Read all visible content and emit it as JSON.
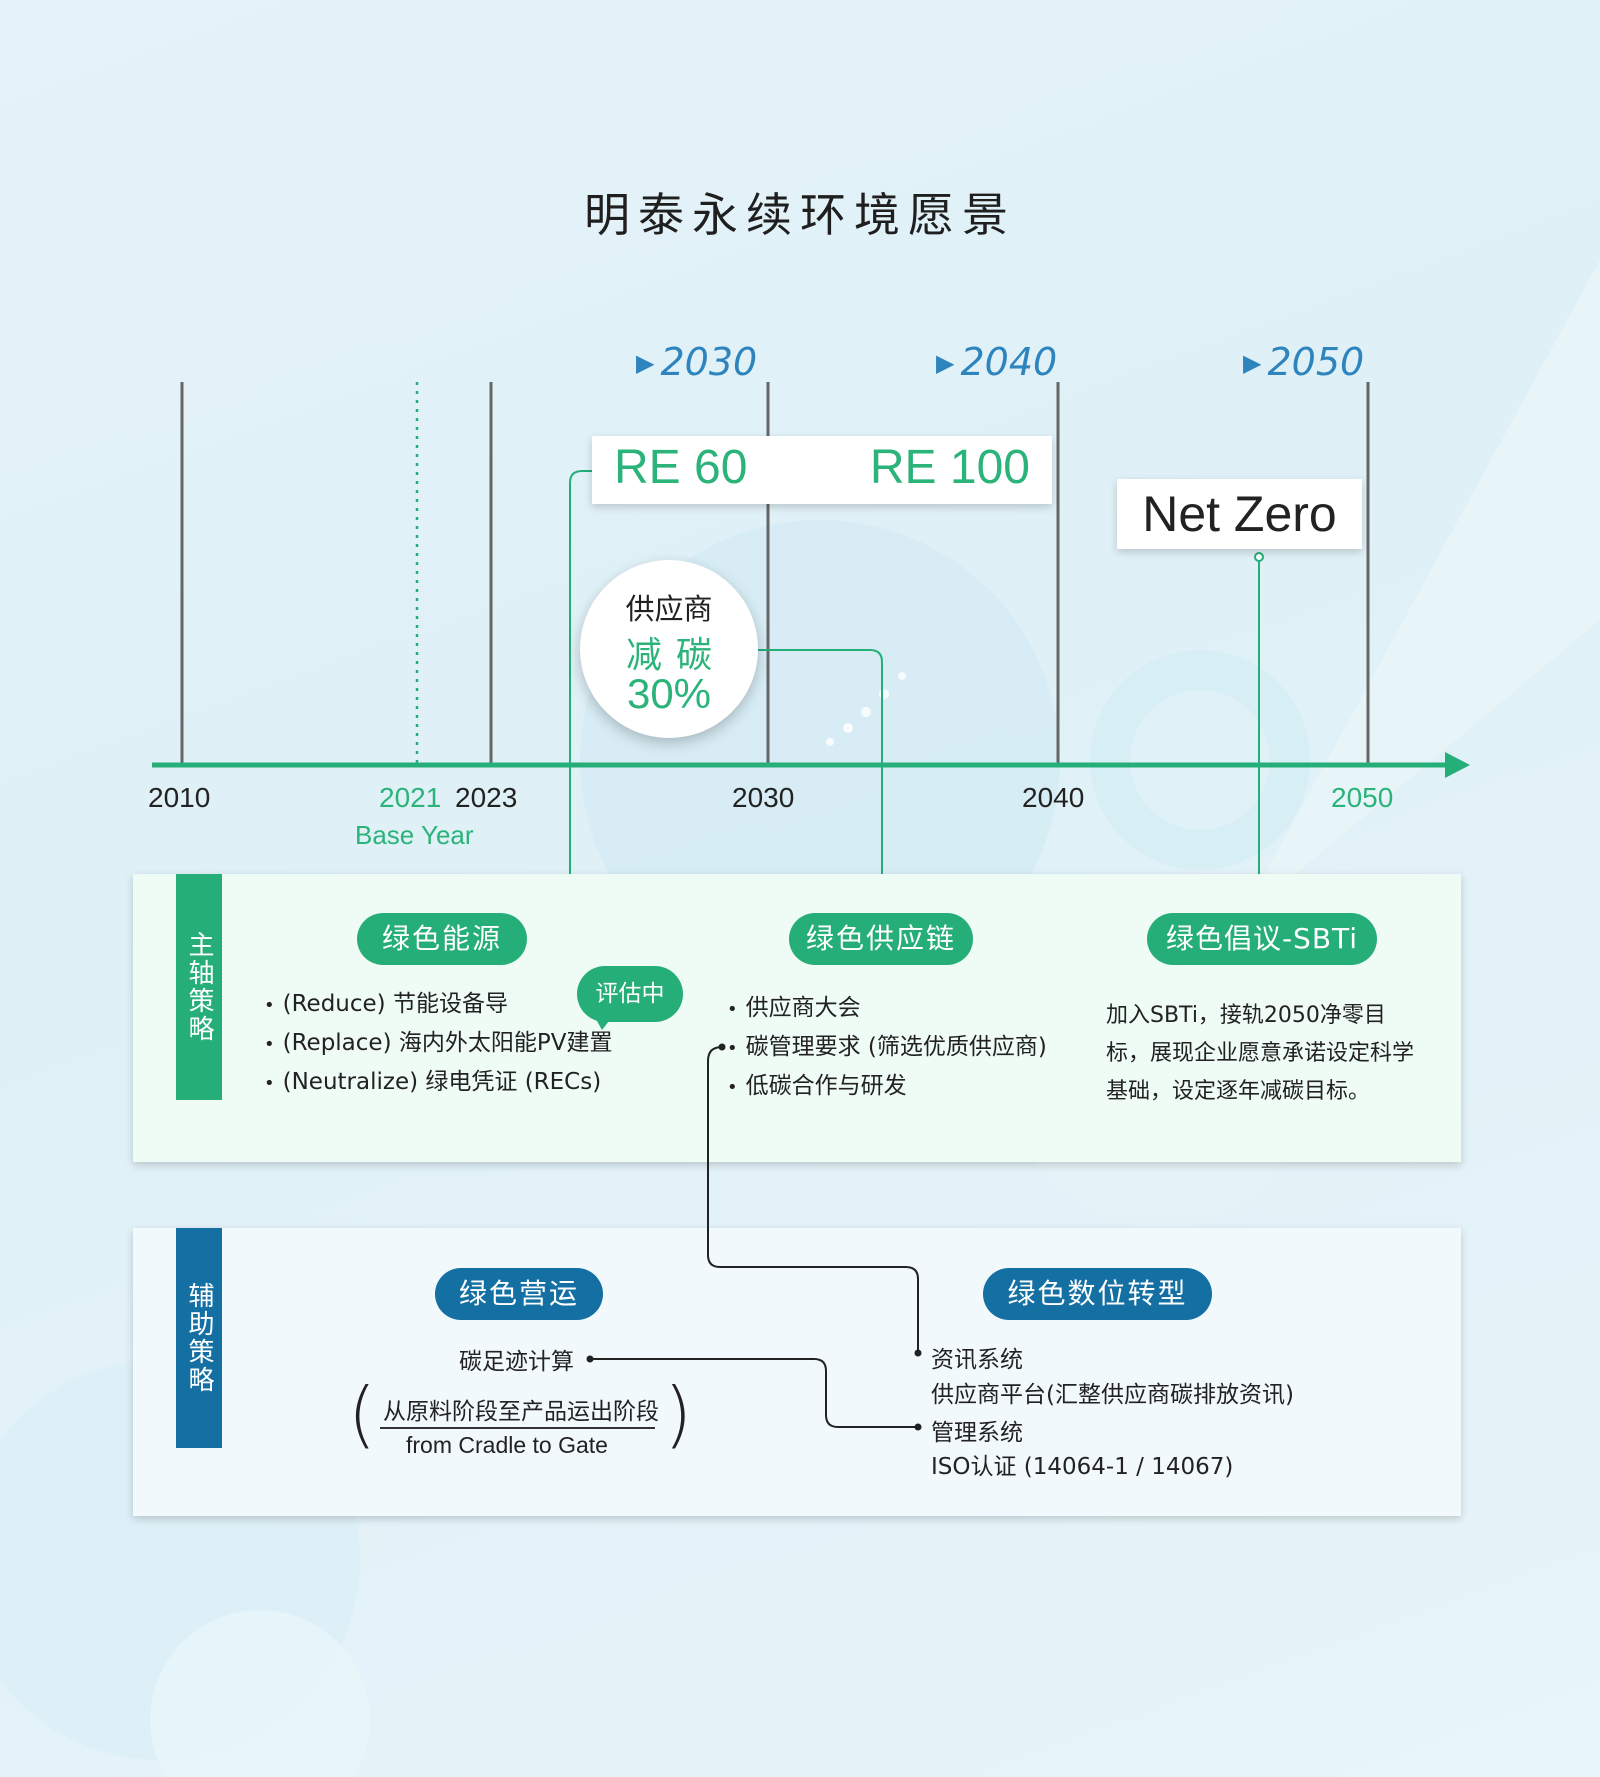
{
  "title": "明泰永续环境愿景",
  "milestone_years": [
    "2030",
    "2040",
    "2050"
  ],
  "timeline": {
    "ticks": [
      {
        "label": "2010",
        "value": 2010
      },
      {
        "label": "2021",
        "value": 2021
      },
      {
        "label": "2023",
        "value": 2023
      },
      {
        "label": "2030",
        "value": 2030
      },
      {
        "label": "2040",
        "value": 2040
      },
      {
        "label": "2050",
        "value": 2050
      }
    ],
    "base_year_label": "Base Year"
  },
  "targets": {
    "re60": "RE 60",
    "re100": "RE 100",
    "net_zero": "Net Zero",
    "supplier": {
      "line1": "供应商",
      "line2": "减碳",
      "line3": "30%"
    }
  },
  "main_strategy": {
    "tab_label": "主轴策略",
    "green_energy": {
      "title": "绿色能源",
      "items": [
        "(Reduce) 节能设备导",
        "(Replace) 海内外太阳能PV建置",
        "(Neutralize) 绿电凭证 (RECs)"
      ],
      "bubble": "评估中"
    },
    "green_supply_chain": {
      "title": "绿色供应链",
      "items": [
        "供应商大会",
        "碳管理要求 (筛选优质供应商)",
        "低碳合作与研发"
      ]
    },
    "sbti": {
      "title": "绿色倡议-SBTi",
      "desc": "加入SBTi，接轨2050净零目标，展现企业愿意承诺设定科学基础，设定逐年减碳目标。"
    }
  },
  "aux_strategy": {
    "tab_label": "辅助策略",
    "green_operation": {
      "title": "绿色营运",
      "carbon_footprint": "碳足迹计算",
      "stage_cn": "从原料阶段至产品运出阶段",
      "stage_en": "from Cradle to Gate"
    },
    "digital": {
      "title": "绿色数位转型",
      "info_system": "资讯系统",
      "supplier_platform": "供应商平台(汇整供应商碳排放资讯)",
      "mgmt_system": "管理系统",
      "iso": "ISO认证 (14064-1 / 14067)"
    }
  },
  "colors": {
    "green": "#25ae78",
    "blue": "#146fa3",
    "year_blue": "#2e84bd",
    "background": "#e4f3f9"
  }
}
